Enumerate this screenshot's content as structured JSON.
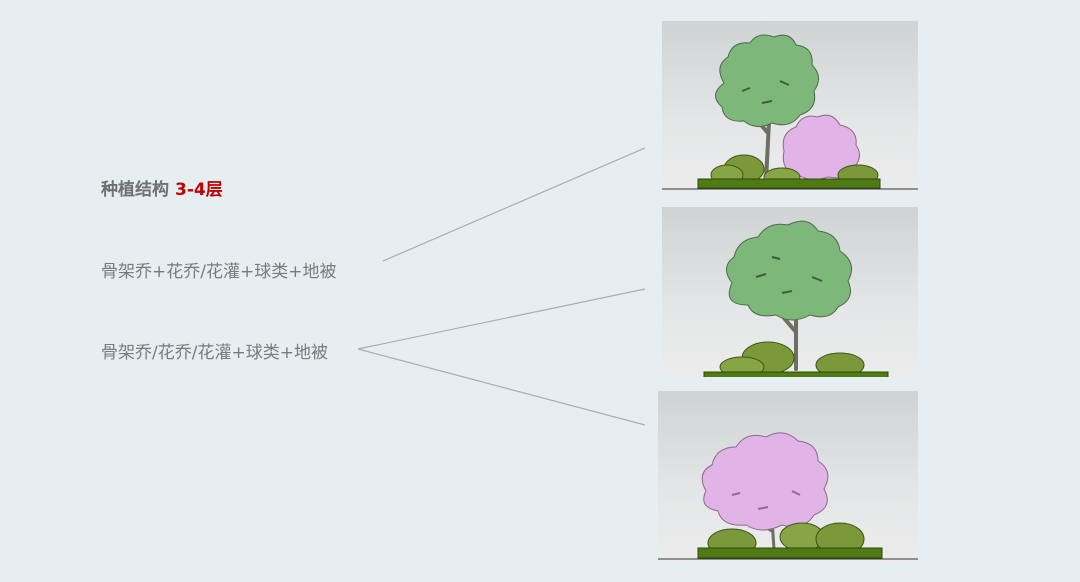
{
  "heading": {
    "prefix": "种植结构",
    "accent": "3-4层",
    "accent_color": "#c00000"
  },
  "structures": [
    {
      "label": "骨架乔+花乔/花灌+球类+地被"
    },
    {
      "label": "骨架乔/花乔/花灌+球类+地被"
    }
  ],
  "illustrations": [
    {
      "id": "combo-skeleton-flowering",
      "layers": [
        "骨架乔",
        "花乔",
        "球类",
        "地被"
      ]
    },
    {
      "id": "skeleton-tree-only",
      "layers": [
        "骨架乔",
        "球类",
        "地被"
      ]
    },
    {
      "id": "flowering-tree-only",
      "layers": [
        "花乔",
        "球类",
        "地被"
      ]
    }
  ],
  "colors": {
    "background": "#e6eef1",
    "foliage_green": "#7db87a",
    "foliage_pink": "#e2b3e6",
    "shrub": "#7a9a3a",
    "groundcover": "#4f7a14",
    "connector_line": "#a8adaf"
  }
}
